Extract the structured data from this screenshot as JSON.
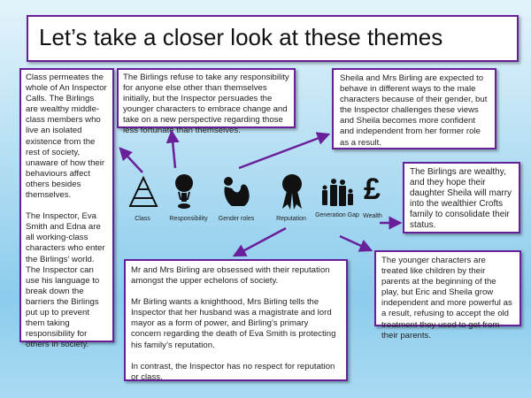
{
  "title": "Let’s take a closer look at these themes",
  "boxes": {
    "class": [
      "Class permeates the whole of An Inspector Calls. The Birlings are wealthy middle-class members who live an isolated existence from the rest of society, unaware of how their behaviours affect others besides themselves.",
      "The Inspector, Eva Smith and Edna are all working-class characters who enter the Birlings’ world. The Inspector can use his language to break down the barriers the Birlings put up to prevent them taking responsibility for others in society."
    ],
    "responsibility": "The Birlings refuse to take any responsibility for anyone else other than themselves initially, but the Inspector persuades the younger characters to embrace change and take on a new perspective regarding those less fortunate than themselves.",
    "gender": "Sheila and Mrs Birling are expected to behave in different ways to the male characters because of their gender, but the Inspector challenges these views and Sheila becomes more confident and independent from her former role as a result.",
    "wealth": "The Birlings are wealthy, and they hope their daughter Sheila will marry into the wealthier Crofts family to consolidate their status.",
    "generation": "The younger characters are treated like children by their parents at the beginning of the play, but Eric and Sheila grow independent and more powerful as a result, refusing to accept the old treatment they used to get from their parents.",
    "reputation": [
      "Mr and Mrs Birling are obsessed with their reputation amongst the upper echelons of society.",
      "Mr Birling wants a knighthood, Mrs Birling tells the Inspector that her husband was a magistrate and lord mayor as a form of power, and Birling’s primary concern regarding the death of Eva Smith is protecting his family’s reputation.",
      "In contrast, the Inspector has no respect for reputation or class."
    ]
  },
  "themes": [
    {
      "label": "Class",
      "icon": "pyramid-icon"
    },
    {
      "label": "Responsibility",
      "icon": "atlas-globe-icon"
    },
    {
      "label": "Gender roles",
      "icon": "flexing-arm-icon"
    },
    {
      "label": "Reputation",
      "icon": "rosette-icon"
    },
    {
      "label": "Generation Gap",
      "icon": "family-icon"
    },
    {
      "label": "Wealth",
      "icon": "pound-sign-icon"
    }
  ],
  "colors": {
    "accent": "#6a1f9a"
  }
}
